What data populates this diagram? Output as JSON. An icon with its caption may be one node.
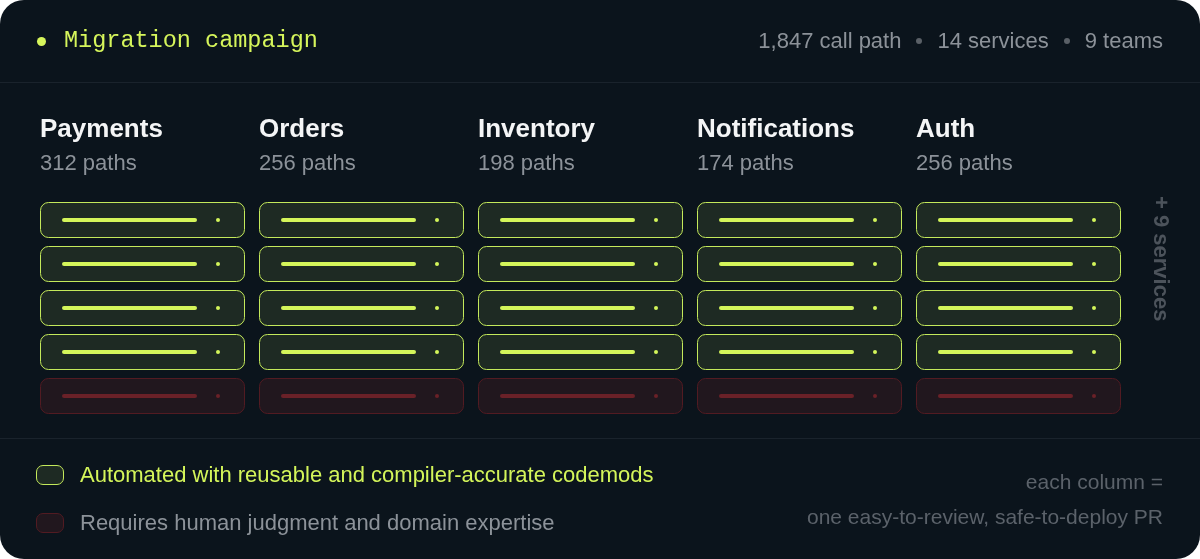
{
  "diagram": {
    "title": "Migration campaign",
    "labels": [
      "1,847 call path",
      "14 services",
      "9 teams",
      "Payments",
      "312 paths",
      "Orders",
      "256 paths",
      "Inventory",
      "198 paths",
      "Notifications",
      "174 paths",
      "Auth",
      "256 paths",
      "+ 9 services",
      "each column =",
      "one easy-to-review, safe-to-deploy PR"
    ],
    "legend": [
      {
        "text": "Automated with reusable and compiler-accurate codemods",
        "color": "#1e2a23"
      },
      {
        "text": "Requires human judgment and domain expertise",
        "color": "#21171e"
      }
    ]
  }
}
